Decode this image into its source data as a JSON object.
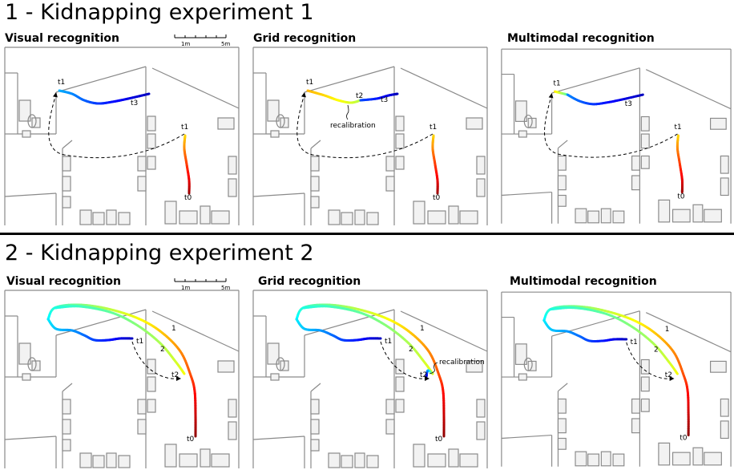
{
  "sections": [
    {
      "title": "1 - Kidnapping experiment 1",
      "panels": [
        {
          "title": "Visual recognition",
          "labels": {
            "t0": "t0",
            "t1_start": "t1",
            "t1_end": "t1",
            "t3": "t3"
          }
        },
        {
          "title": "Grid recognition",
          "labels": {
            "t0": "t0",
            "t1_start": "t1",
            "t1_end": "t1",
            "t2": "t2",
            "t3": "t3",
            "note": "recalibration"
          }
        },
        {
          "title": "Multimodal recognition",
          "labels": {
            "t0": "t0",
            "t1_start": "t1",
            "t1_end": "t1",
            "t3": "t3"
          }
        }
      ]
    },
    {
      "title": "2 - Kidnapping experiment 2",
      "panels": [
        {
          "title": "Visual recognition",
          "labels": {
            "t0": "t0",
            "t1": "t1",
            "t2": "t2",
            "lap1": "1",
            "lap2": "2"
          }
        },
        {
          "title": "Grid recognition",
          "labels": {
            "t0": "t0",
            "t1": "t1",
            "t2": "t2",
            "lap1": "1",
            "lap2": "2",
            "note": "recalibration"
          }
        },
        {
          "title": "Multimodal recognition",
          "labels": {
            "t0": "t0",
            "t1": "t1",
            "t2": "t2",
            "lap1": "1",
            "lap2": "2"
          }
        }
      ]
    }
  ],
  "scalebar": {
    "label_1m": "1m",
    "label_5m": "5m"
  }
}
